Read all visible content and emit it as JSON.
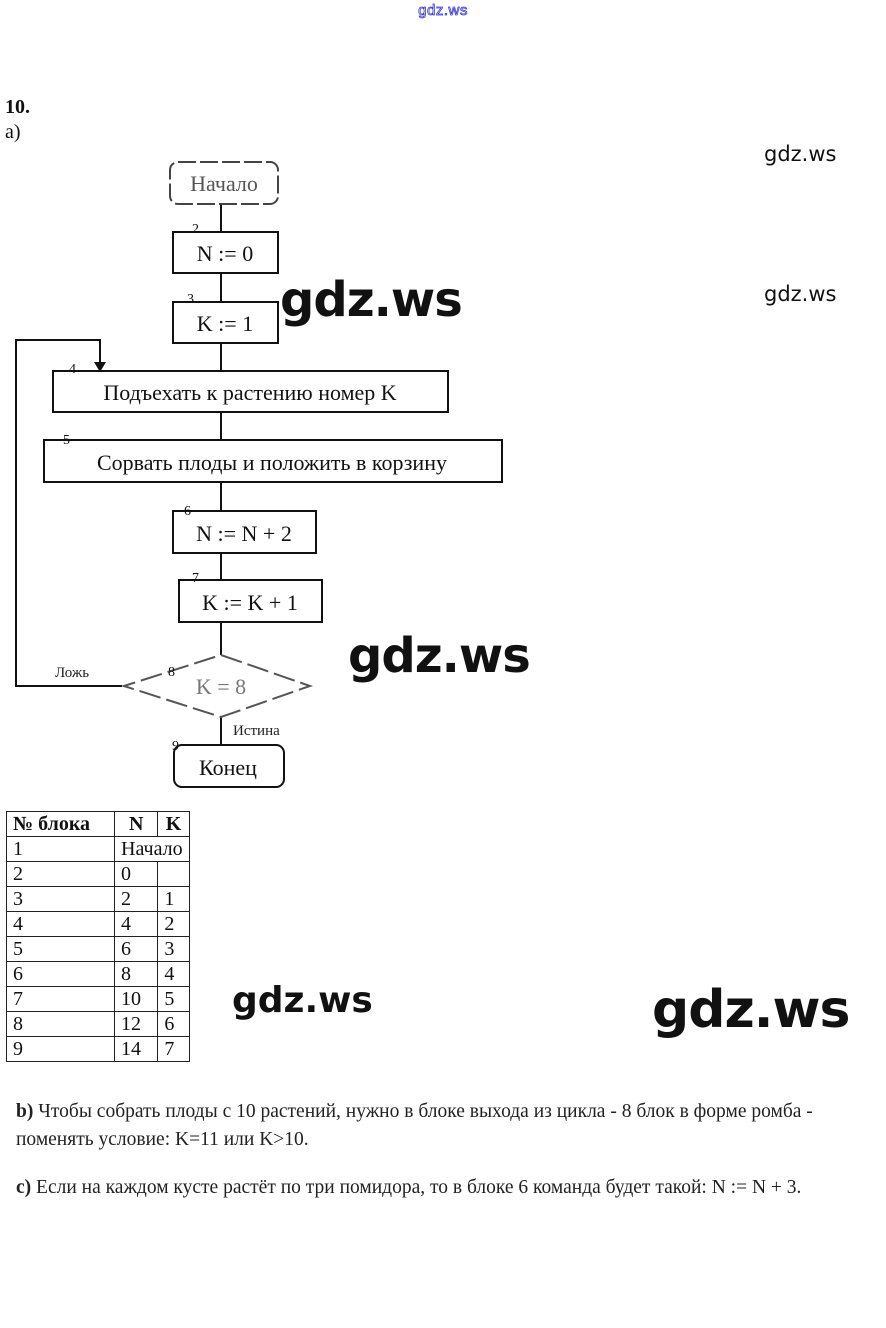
{
  "watermarks": {
    "top": "gdz.ws",
    "small_1": "gdz.ws",
    "small_2": "gdz.ws",
    "large_1": "gdz.ws",
    "large_2": "gdz.ws",
    "large_3": "gdz.ws",
    "large_4": "gdz.ws"
  },
  "task": {
    "number": "10.",
    "part_a_label": "a)"
  },
  "flowchart": {
    "blocks": [
      {
        "id": "1",
        "text": "Начало",
        "shape": "terminator"
      },
      {
        "id": "2",
        "text": "N := 0",
        "shape": "process"
      },
      {
        "id": "3",
        "text": "K := 1",
        "shape": "process"
      },
      {
        "id": "4",
        "text": "Подъехать к растению номер K",
        "shape": "process"
      },
      {
        "id": "5",
        "text": "Сорвать плоды и положить в корзину",
        "shape": "process"
      },
      {
        "id": "6",
        "text": "N := N + 2",
        "shape": "process"
      },
      {
        "id": "7",
        "text": "K := K + 1",
        "shape": "process"
      },
      {
        "id": "8",
        "text": "K = 8",
        "shape": "decision"
      },
      {
        "id": "9",
        "text": "Конец",
        "shape": "terminator"
      }
    ],
    "false_label": "Ложь",
    "true_label": "Истина"
  },
  "trace_table": {
    "headers": [
      "№ блока",
      "N",
      "K"
    ],
    "rows": [
      [
        "1",
        "Начало",
        ""
      ],
      [
        "2",
        "0",
        ""
      ],
      [
        "3",
        "2",
        "1"
      ],
      [
        "4",
        "4",
        "2"
      ],
      [
        "5",
        "6",
        "3"
      ],
      [
        "6",
        "8",
        "4"
      ],
      [
        "7",
        "10",
        "5"
      ],
      [
        "8",
        "12",
        "6"
      ],
      [
        "9",
        "14",
        "7"
      ]
    ]
  },
  "answers": {
    "b_label": "b)",
    "b_text": " Чтобы собрать плоды с 10 растений, нужно в блоке выхода из цикла  - 8 блок в форме ромба - поменять условие: K=11 или K>10.",
    "c_label": "c)",
    "c_text": " Если на каждом кусте растёт по три помидора, то в блоке 6 команда будет такой: N := N + 3."
  }
}
